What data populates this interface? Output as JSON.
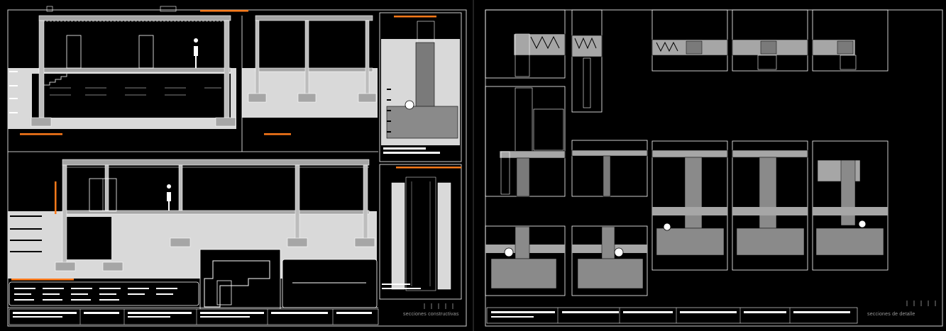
{
  "sheets": [
    {
      "id": "left-sheet",
      "title": "secciones constructivas"
    },
    {
      "id": "right-sheet",
      "title": "secciones de detalle"
    }
  ],
  "colors": {
    "background": "#000000",
    "line": "#ffffff",
    "fill_light": "#d9d9d9",
    "fill_mid": "#a6a6a6",
    "fill_dark": "#7a7a7a",
    "accent": "#ff7a1a"
  }
}
